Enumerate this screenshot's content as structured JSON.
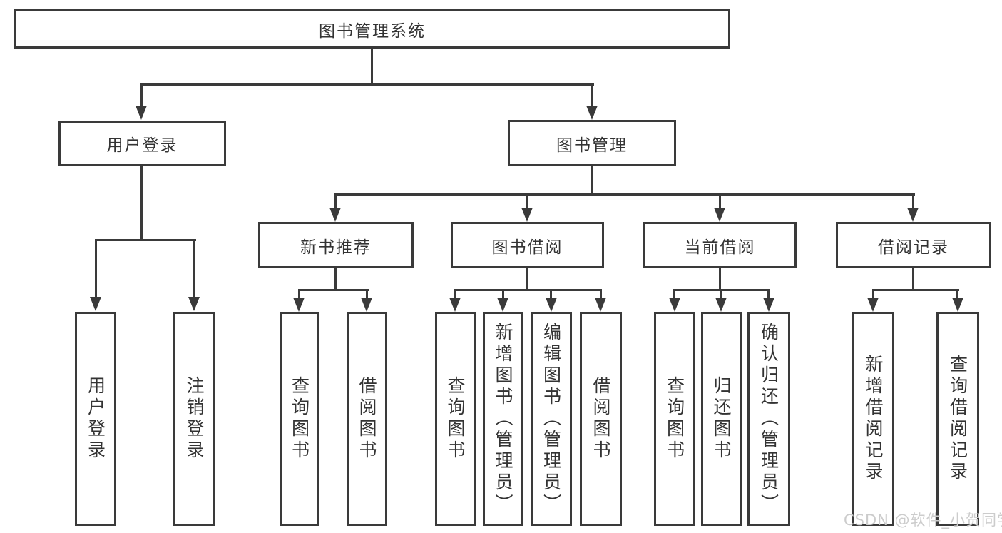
{
  "diagram": {
    "root": "图书管理系统",
    "branches": {
      "user_login": "用户登录",
      "book_mgmt": "图书管理",
      "new_book_rec": "新书推荐",
      "book_borrow": "图书借阅",
      "current_borrow": "当前借阅",
      "borrow_records": "借阅记录"
    },
    "leaves": {
      "login": "用户登录",
      "logout": "注销登录",
      "rec_query_book": "查询图书",
      "rec_borrow_book": "借阅图书",
      "bor_query_book": "查询图书",
      "bor_add_book": "新增图书（管理员）",
      "bor_edit_book": "编辑图书（管理员）",
      "bor_borrow_book": "借阅图书",
      "cur_query_book": "查询图书",
      "cur_return_book": "归还图书",
      "cur_confirm_return": "确认归还（管理员）",
      "rr_add_record": "新增借阅记录",
      "rr_query_record": "查询借阅记录"
    }
  },
  "watermark": "CSDN @软件_小贺同学",
  "colors": {
    "line": "#3a3a3a",
    "text": "#333333",
    "watermark_color": "#cccccc",
    "background": "#ffffff"
  }
}
